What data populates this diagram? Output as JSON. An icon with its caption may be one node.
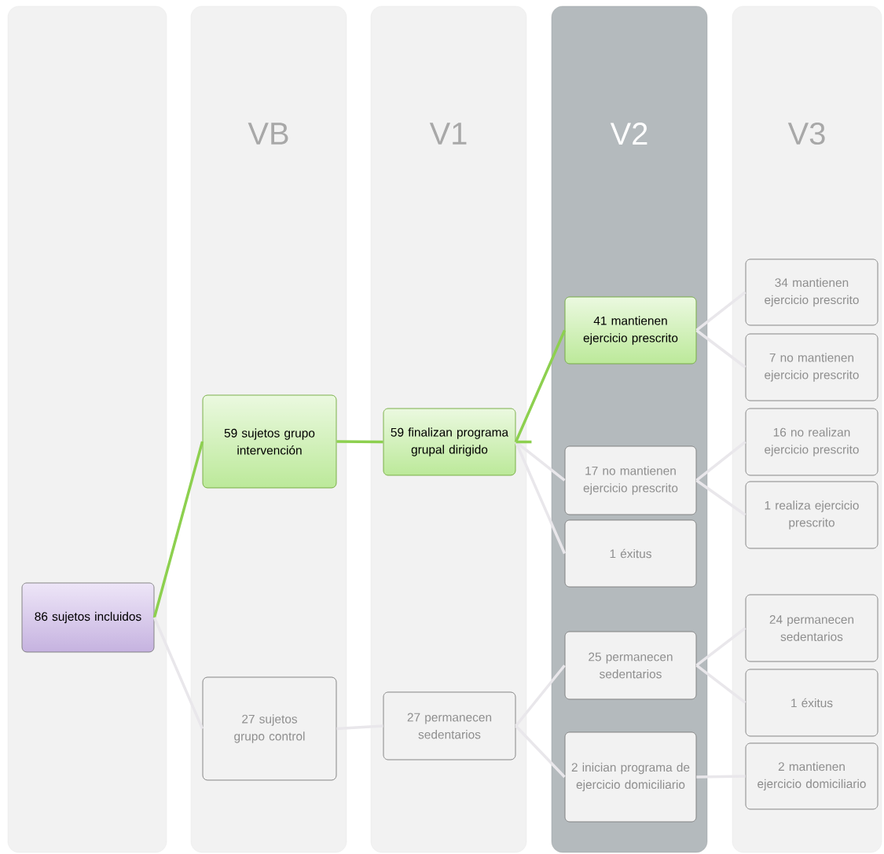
{
  "diagram": {
    "nodes": [
      {
        "text": [],
        "shape": "bar"
      },
      {
        "text": [
          "VB"
        ]
      },
      {
        "text": [
          "V1"
        ]
      },
      {
        "text": [
          "V2"
        ]
      },
      {
        "text": [
          "V3"
        ]
      },
      {
        "text": [
          "86 sujetos incluidos"
        ],
        "in": 0
      },
      {
        "text": [
          "59 sujetos grupo intervención"
        ],
        "in": 1
      },
      {
        "text": [
          "27 sujetos grupo control"
        ],
        "in": 1
      },
      {
        "text": [
          "59 finalizan programa grupal dirigido"
        ],
        "in": 2
      },
      {
        "text": [
          "27 permanecen sedentarios"
        ],
        "in": 2
      },
      {
        "text": [
          "41 mantienen ejercicio prescrito"
        ],
        "in": 3
      },
      {
        "text": [
          "17 no mantienen ejercicio prescrito"
        ],
        "in": 3
      },
      {
        "text": [
          "1 éxitus"
        ],
        "in": 3
      },
      {
        "text": [
          "25 permanecen sedentarios"
        ],
        "in": 3
      },
      {
        "text": [
          "2 inician programa de ejercicio domiciliario"
        ],
        "in": 3
      },
      {
        "text": [
          "34 mantienen ejercicio prescrito"
        ],
        "in": 4
      },
      {
        "text": [
          "7 no mantienen ejercicio prescrito"
        ],
        "in": 4
      },
      {
        "text": [
          "16 no realizan ejercicio prescrito"
        ],
        "in": 4
      },
      {
        "text": [
          "1 realiza ejercicio prescrito"
        ],
        "in": 4
      },
      {
        "text": [
          "24 permanecen sedentarios"
        ],
        "in": 4
      },
      {
        "text": [
          "1 éxitus"
        ],
        "in": 4
      },
      {
        "text": [
          "2 mantienen ejercicio domiciliario"
        ],
        "in": 4
      }
    ],
    "edges": [
      {
        "from": 5,
        "to": 6,
        "arrow": "none",
        "color": "#8dd04f"
      },
      {
        "from": 5,
        "to": 7,
        "arrow": "none"
      },
      {
        "from": 6,
        "to": 8,
        "arrow": "none",
        "color": "#8dd04f"
      },
      {
        "from": 7,
        "to": 9,
        "arrow": "none"
      },
      {
        "from": 8,
        "to": 10,
        "arrow": "none",
        "color": "#8dd04f"
      },
      {
        "from": 8,
        "to": 11,
        "arrow": "none"
      },
      {
        "from": 8,
        "to": 12,
        "arrow": "none"
      },
      {
        "from": 9,
        "to": 13,
        "arrow": "none"
      },
      {
        "from": 9,
        "to": 14,
        "arrow": "none"
      },
      {
        "from": 10,
        "to": 15,
        "arrow": "none"
      },
      {
        "from": 10,
        "to": 16,
        "arrow": "none"
      },
      {
        "from": 11,
        "to": 17,
        "arrow": "none"
      },
      {
        "from": 11,
        "to": 18,
        "arrow": "none"
      },
      {
        "from": 13,
        "to": 19,
        "arrow": "none"
      },
      {
        "from": 13,
        "to": 20,
        "arrow": "none"
      },
      {
        "from": 14,
        "to": 21,
        "arrow": "none"
      }
    ]
  }
}
